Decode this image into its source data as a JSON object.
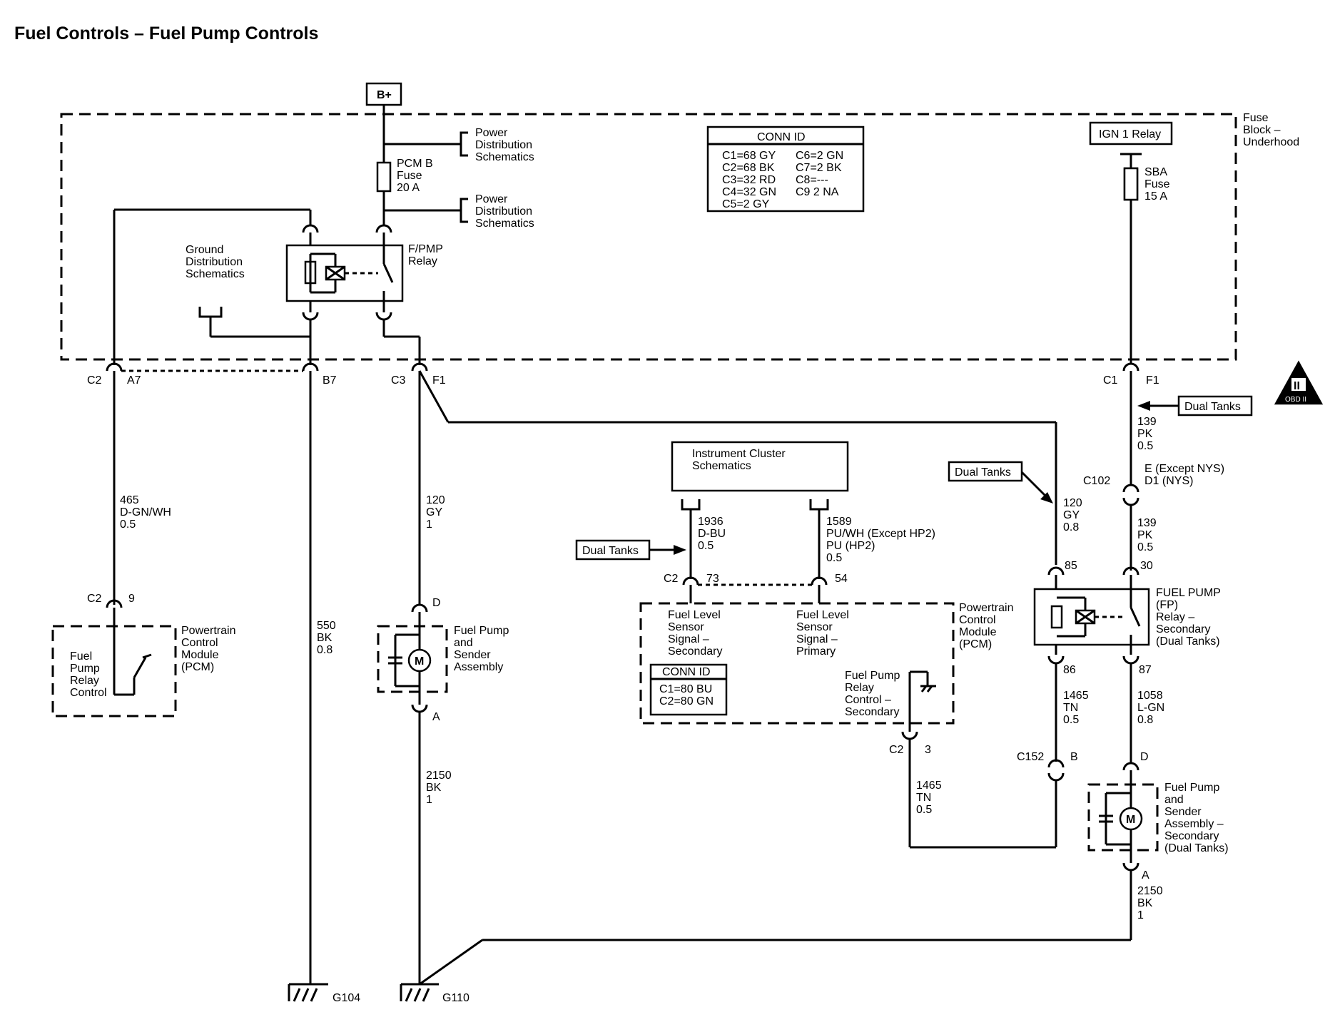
{
  "title": "Fuel Controls – Fuel Pump Controls",
  "bplus": "B+",
  "fuse_block": [
    "Fuse",
    "Block –",
    "Underhood"
  ],
  "conn_id_top": {
    "heading": "CONN ID",
    "left": [
      "C1=68 GY",
      "C2=68 BK",
      "C3=32 RD",
      "C4=32 GN",
      "C5=2 GY"
    ],
    "right": [
      "C6=2 GN",
      "C7=2 BK",
      "C8=---",
      "C9 2 NA"
    ]
  },
  "ign_relay": "IGN 1 Relay",
  "sba_fuse": [
    "SBA",
    "Fuse",
    "15 A"
  ],
  "pcm_fuse": [
    "PCM B",
    "Fuse",
    "20 A"
  ],
  "power_dist_1": [
    "Power",
    "Distribution",
    "Schematics"
  ],
  "power_dist_2": [
    "Power",
    "Distribution",
    "Schematics"
  ],
  "ground_dist": [
    "Ground",
    "Distribution",
    "Schematics"
  ],
  "fpmp_relay": [
    "F/PMP",
    "Relay"
  ],
  "obd": "OBD II",
  "connectors": {
    "c2_left": "C2",
    "a7": "A7",
    "b7": "B7",
    "c3": "C3",
    "f1_left": "F1",
    "c1": "C1",
    "f1_right": "F1",
    "c102": "C102",
    "c102_pins": [
      "E (Except NYS)",
      "D1 (NYS)"
    ],
    "c2_9": "C2",
    "pin9": "9",
    "pin_d_left": "D",
    "pin_a_left": "A",
    "c2_73": "C2",
    "pin73": "73",
    "pin54": "54",
    "pin85": "85",
    "pin86": "86",
    "pin30": "30",
    "pin87": "87",
    "c2_3": "C2",
    "pin3": "3",
    "c152": "C152",
    "pin_b": "B",
    "pin_d_right": "D",
    "pin_a_right": "A"
  },
  "wires": {
    "w465": [
      "465",
      "D-GN/WH",
      "0.5"
    ],
    "w550": [
      "550",
      "BK",
      "0.8"
    ],
    "w120_left": [
      "120",
      "GY",
      "1"
    ],
    "w2150_left": [
      "2150",
      "BK",
      "1"
    ],
    "w139_top": [
      "139",
      "PK",
      "0.5"
    ],
    "w139_bot": [
      "139",
      "PK",
      "0.5"
    ],
    "w120_right": [
      "120",
      "GY",
      "0.8"
    ],
    "w1936": [
      "1936",
      "D-BU",
      "0.5"
    ],
    "w1589": [
      "1589",
      "PU/WH (Except HP2)",
      "PU (HP2)",
      "0.5"
    ],
    "w1465_a": [
      "1465",
      "TN",
      "0.5"
    ],
    "w1058": [
      "1058",
      "L-GN",
      "0.8"
    ],
    "w1465_b": [
      "1465",
      "TN",
      "0.5"
    ],
    "w2150_right": [
      "2150",
      "BK",
      "1"
    ]
  },
  "dual_tanks": [
    "Dual Tanks",
    "Dual Tanks",
    "Dual Tanks"
  ],
  "pcm_left": [
    "Powertrain",
    "Control",
    "Module",
    "(PCM)"
  ],
  "fp_relay_control": [
    "Fuel",
    "Pump",
    "Relay",
    "Control"
  ],
  "fp_sender": [
    "Fuel Pump",
    "and",
    "Sender",
    "Assembly"
  ],
  "instrument_cluster": [
    "Instrument Cluster",
    "Schematics"
  ],
  "fl_secondary": [
    "Fuel Level",
    "Sensor",
    "Signal –",
    "Secondary"
  ],
  "fl_primary": [
    "Fuel Level",
    "Sensor",
    "Signal –",
    "Primary"
  ],
  "conn_id_pcm": {
    "heading": "CONN ID",
    "rows": [
      "C1=80 BU",
      "C2=80 GN"
    ]
  },
  "fp_relay_ctrl_secondary": [
    "Fuel Pump",
    "Relay",
    "Control –",
    "Secondary"
  ],
  "pcm_right": [
    "Powertrain",
    "Control",
    "Module",
    "(PCM)"
  ],
  "fp_relay_secondary": [
    "FUEL PUMP",
    "(FP)",
    "Relay –",
    "Secondary",
    "(Dual Tanks)"
  ],
  "fp_sender_secondary": [
    "Fuel Pump",
    "and",
    "Sender",
    "Assembly –",
    "Secondary",
    "(Dual Tanks)"
  ],
  "motor": "M",
  "grounds": [
    "G104",
    "G110"
  ]
}
